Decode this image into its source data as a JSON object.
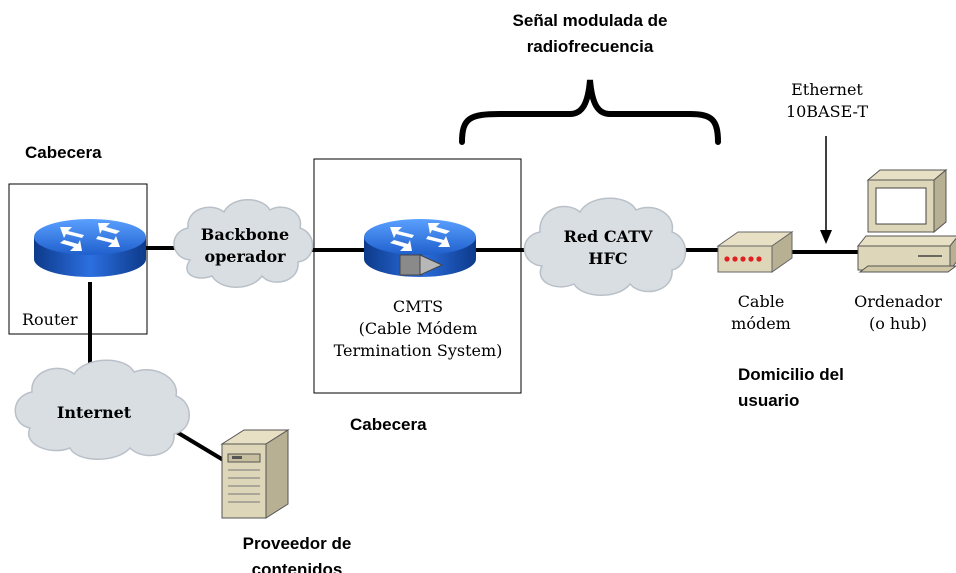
{
  "diagram": {
    "signal": {
      "line1": "Señal modulada de",
      "line2": "radiofrecuencia"
    },
    "headend_left": "Cabecera",
    "headend_center": "Cabecera",
    "router": "Router",
    "backbone": {
      "line1": "Backbone",
      "line2": "operador"
    },
    "internet": "Internet",
    "cmts": {
      "line1": "CMTS",
      "line2": "(Cable Módem",
      "line3": "Termination System)"
    },
    "catv": {
      "line1": "Red CATV",
      "line2": "HFC"
    },
    "ethernet": {
      "line1": "Ethernet",
      "line2": "10BASE-T"
    },
    "cable_modem": {
      "line1": "Cable",
      "line2": "módem"
    },
    "computer": {
      "line1": "Ordenador",
      "line2": "(o hub)"
    },
    "home": {
      "line1": "Domicilio del",
      "line2": "usuario"
    },
    "provider": {
      "line1": "Proveedor de",
      "line2": "contenidos"
    }
  },
  "colors": {
    "router_blue": "#2a6fd6",
    "cloud_fill": "#d9dee3",
    "beige": "#ddd6b8",
    "led_red": "#e02020"
  }
}
